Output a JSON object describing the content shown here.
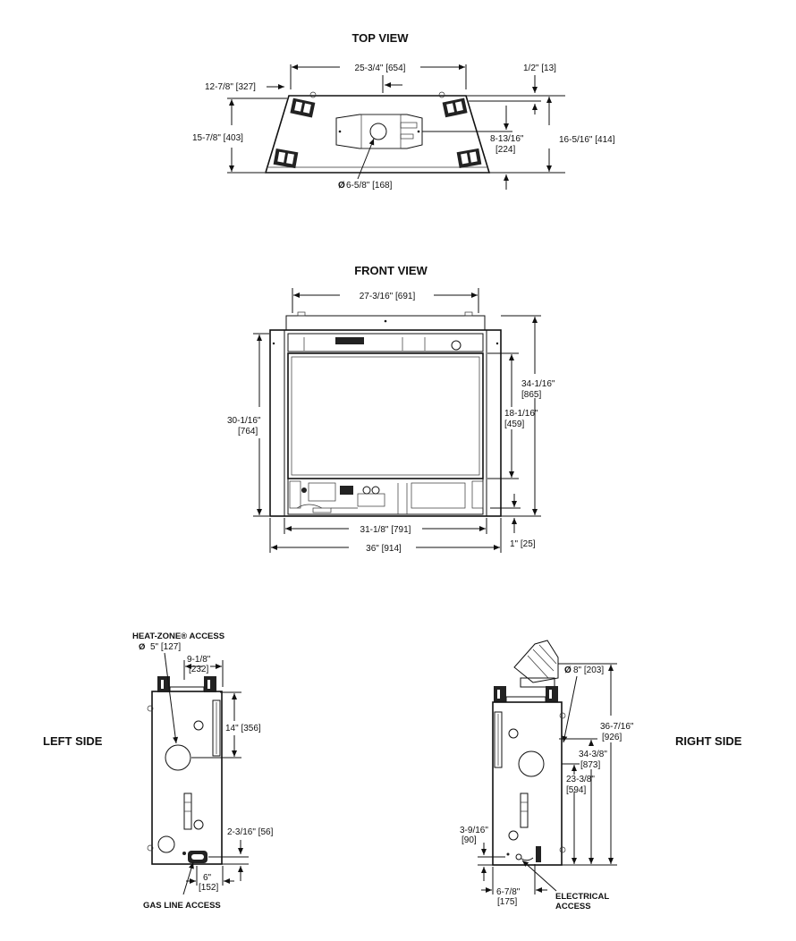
{
  "titles": {
    "top_view": "TOP VIEW",
    "front_view": "FRONT VIEW",
    "left_side": "LEFT SIDE",
    "right_side": "RIGHT SIDE"
  },
  "top_view": {
    "dim_top_width": "25-3/4\" [654]",
    "dim_left_offset": "12-7/8\" [327]",
    "dim_half_inch": "1/2\" [13]",
    "dim_depth": "15-7/8\" [403]",
    "dim_center": "8-13/16\"",
    "dim_center_mm": "[224]",
    "dim_total_depth": "16-5/16\" [414]",
    "dim_flue_diameter": "6-5/8\" [168]",
    "diameter_symbol": "Ø"
  },
  "front_view": {
    "dim_top_width": "27-3/16\" [691]",
    "dim_total_height": "34-1/16\"",
    "dim_total_height_mm": "[865]",
    "dim_height": "30-1/16\"",
    "dim_height_mm": "[764]",
    "dim_glass_height": "18-1/16\"",
    "dim_glass_height_mm": "[459]",
    "dim_inner_width": "31-1/8\" [791]",
    "dim_outer_width": "36\" [914]",
    "dim_base": "1\" [25]"
  },
  "left_side": {
    "heat_zone_label": "HEAT-ZONE® ACCESS",
    "heat_zone_diameter": "5\" [127]",
    "dim_offset": "9-1/8\"",
    "dim_offset_mm": "[232]",
    "dim_vertical": "14\" [356]",
    "dim_gas_height": "2-3/16\" [56]",
    "dim_gas_offset": "6\"",
    "dim_gas_offset_mm": "[152]",
    "gas_line_label": "GAS LINE ACCESS"
  },
  "right_side": {
    "dim_collar": "8\" [203]",
    "dim_total_height": "36-7/16\"",
    "dim_total_height_mm": "[926]",
    "dim_top": "34-3/8\"",
    "dim_top_mm": "[873]",
    "dim_mid": "23-3/8\"",
    "dim_mid_mm": "[594]",
    "dim_low": "3-9/16\"",
    "dim_low_mm": "[90]",
    "dim_offset": "6-7/8\"",
    "dim_offset_mm": "[175]",
    "electrical_label": "ELECTRICAL",
    "access_label": "ACCESS"
  }
}
